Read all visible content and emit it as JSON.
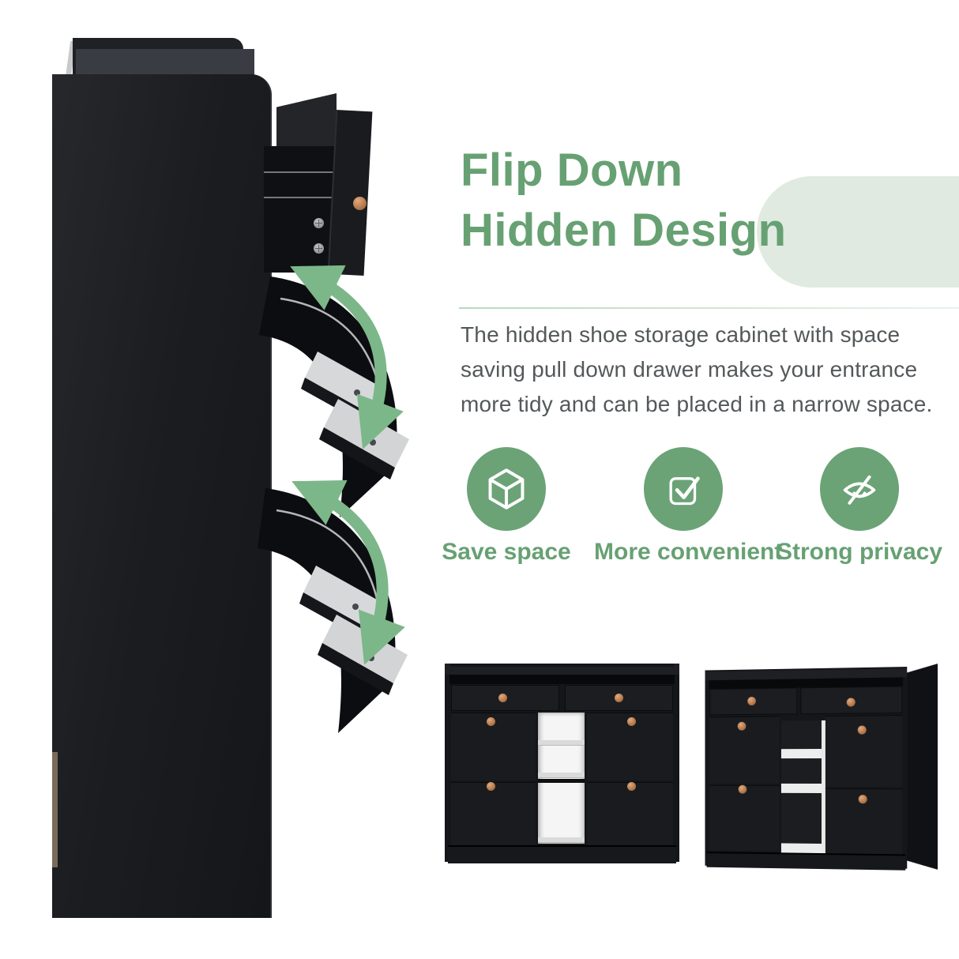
{
  "hero": {
    "title_line1": "Flip Down",
    "title_line2": "Hidden Design",
    "description": "The hidden shoe storage cabinet with space saving pull down drawer makes your entrance more tidy and can be placed in a narrow space."
  },
  "features": {
    "items": [
      {
        "icon": "cube-icon",
        "label": "Save space"
      },
      {
        "icon": "check-square-icon",
        "label": "More convenient"
      },
      {
        "icon": "eye-off-icon",
        "label": "Strong privacy"
      }
    ]
  },
  "graphics": {
    "flip_arrow_icon": "curved-double-arrow-icon",
    "photos": [
      "side-view-open-flip-drawers",
      "front-view-cabinet",
      "angled-view-cabinet"
    ]
  },
  "colors": {
    "accent_green": "#67a173",
    "icon_circle_green": "#6ba377",
    "pill_light_green": "#e0eae0",
    "divider_green": "#b9d8be",
    "body_text_gray": "#54585a",
    "cabinet_black": "#17191c",
    "knob_copper": "#c28a5e",
    "arrow_green": "#7cb789",
    "open_shelf_white": "#f5f5f5"
  }
}
